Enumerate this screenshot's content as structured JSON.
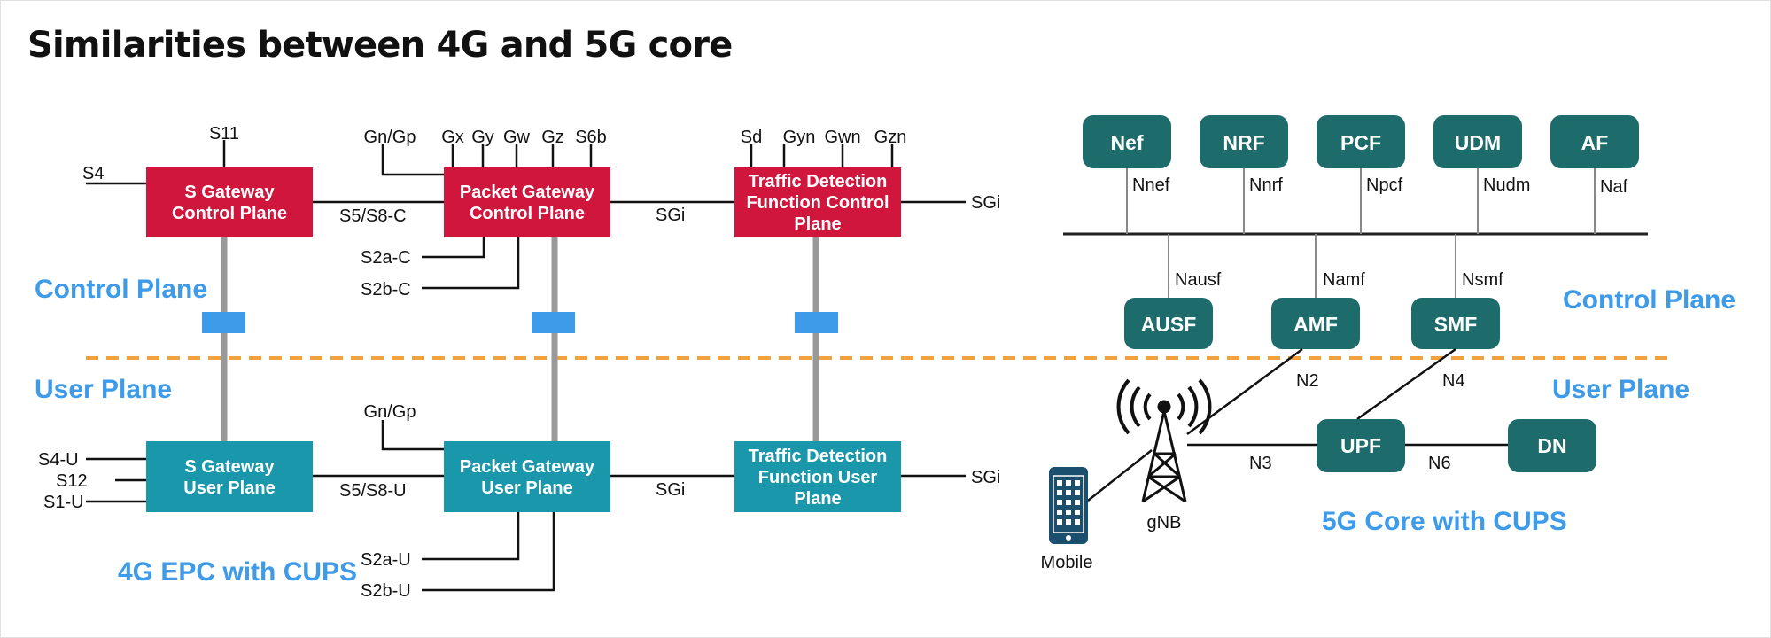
{
  "title": "Similarities between 4G and 5G core",
  "colors": {
    "cp_box": "#d0163d",
    "up_box": "#1b97ab",
    "nf_box": "#1e6b6b",
    "accent": "#3d9be9",
    "dashed": "#f2a23c"
  },
  "epc": {
    "caption": "4G EPC with CUPS",
    "control_plane_label": "Control Plane",
    "user_plane_label": "User Plane",
    "sgw_c": [
      "S Gateway",
      "Control Plane"
    ],
    "pgw_c": [
      "Packet Gateway",
      "Control Plane"
    ],
    "tdf_c": [
      "Traffic Detection",
      "Function Control",
      "Plane"
    ],
    "sgw_u": [
      "S Gateway",
      "User Plane"
    ],
    "pgw_u": [
      "Packet Gateway",
      "User Plane"
    ],
    "tdf_u": [
      "Traffic Detection",
      "Function User",
      "Plane"
    ],
    "if": {
      "s11": "S11",
      "s4": "S4",
      "s5c": "S5/S8-C",
      "sgi_c1": "SGi",
      "sgi_c2": "SGi",
      "gngp_c": "Gn/Gp",
      "gx": "Gx",
      "gy": "Gy",
      "gw": "Gw",
      "gz": "Gz",
      "s6b": "S6b",
      "sd": "Sd",
      "gyn": "Gyn",
      "gwn": "Gwn",
      "gzn": "Gzn",
      "s2ac": "S2a-C",
      "s2bc": "S2b-C",
      "s4u": "S4-U",
      "s12": "S12",
      "s1u": "S1-U",
      "s5u": "S5/S8-U",
      "gngp_u": "Gn/Gp",
      "sgi_u1": "SGi",
      "sgi_u2": "SGi",
      "s2au": "S2a-U",
      "s2bu": "S2b-U"
    }
  },
  "fiveg": {
    "caption": "5G Core with CUPS",
    "control_plane_label": "Control Plane",
    "user_plane_label": "User Plane",
    "nfs_top": [
      "Nef",
      "NRF",
      "PCF",
      "UDM",
      "AF"
    ],
    "svc_top": [
      "Nnef",
      "Nnrf",
      "Npcf",
      "Nudm",
      "Naf"
    ],
    "nfs_mid": [
      "AUSF",
      "AMF",
      "SMF"
    ],
    "svc_mid": [
      "Nausf",
      "Namf",
      "Nsmf"
    ],
    "upf": "UPF",
    "dn": "DN",
    "n2": "N2",
    "n3": "N3",
    "n4": "N4",
    "n6": "N6",
    "gnb": "gNB",
    "mobile": "Mobile"
  }
}
